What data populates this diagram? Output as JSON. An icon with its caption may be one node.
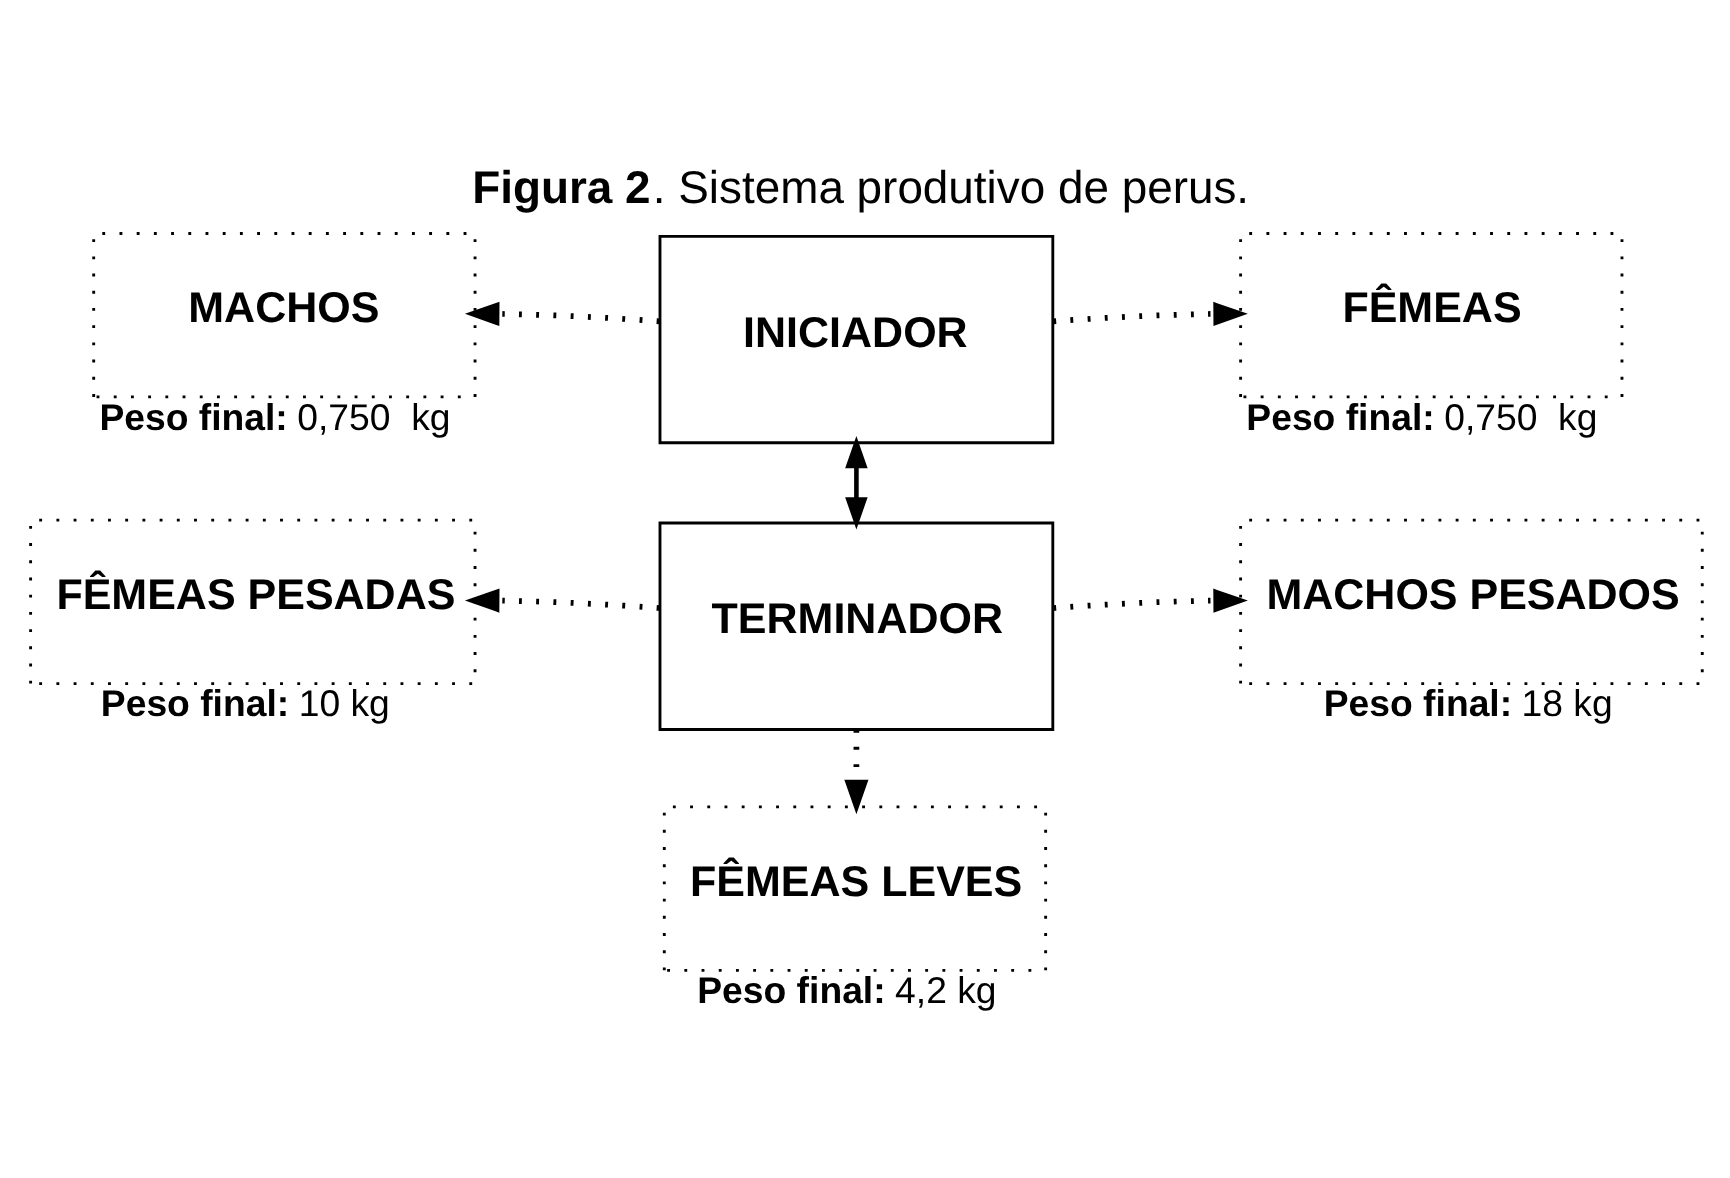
{
  "diagram": {
    "title": "**Figura 2**. Sistema produtivo de perus.",
    "nodes": [
      {
        "text": [
          "MACHOS"
        ],
        "beside": [
          "**Peso final:** 0,750  kg"
        ]
      },
      {
        "text": [
          "INICIADOR"
        ]
      },
      {
        "text": [
          "FÊMEAS"
        ],
        "beside": [
          "**Peso final:** 0,750  kg"
        ]
      },
      {
        "text": [
          "FÊMEAS PESADAS"
        ],
        "beside": [
          "**Peso final:** 10 kg"
        ]
      },
      {
        "text": [
          "TERMINADOR"
        ]
      },
      {
        "text": [
          "MACHOS PESADOS"
        ],
        "beside": [
          "**Peso final:**18 kg"
        ]
      },
      {
        "text": [
          "FÊMEAS LEVES"
        ],
        "beside": [
          "**Peso final:** 4,2 kg"
        ]
      }
    ],
    "edges": [
      {
        "from": 1,
        "to": 0,
        "arrow": "to",
        "style": "dashed"
      },
      {
        "from": 1,
        "to": 2,
        "arrow": "to",
        "style": "dashed"
      },
      {
        "from": 1,
        "to": 4,
        "arrow": "both"
      },
      {
        "from": 4,
        "to": 3,
        "arrow": "to",
        "style": "dashed"
      },
      {
        "from": 4,
        "to": 5,
        "arrow": "to",
        "style": "dashed"
      },
      {
        "from": 4,
        "to": 6,
        "arrow": "to",
        "style": "dashed"
      }
    ]
  }
}
